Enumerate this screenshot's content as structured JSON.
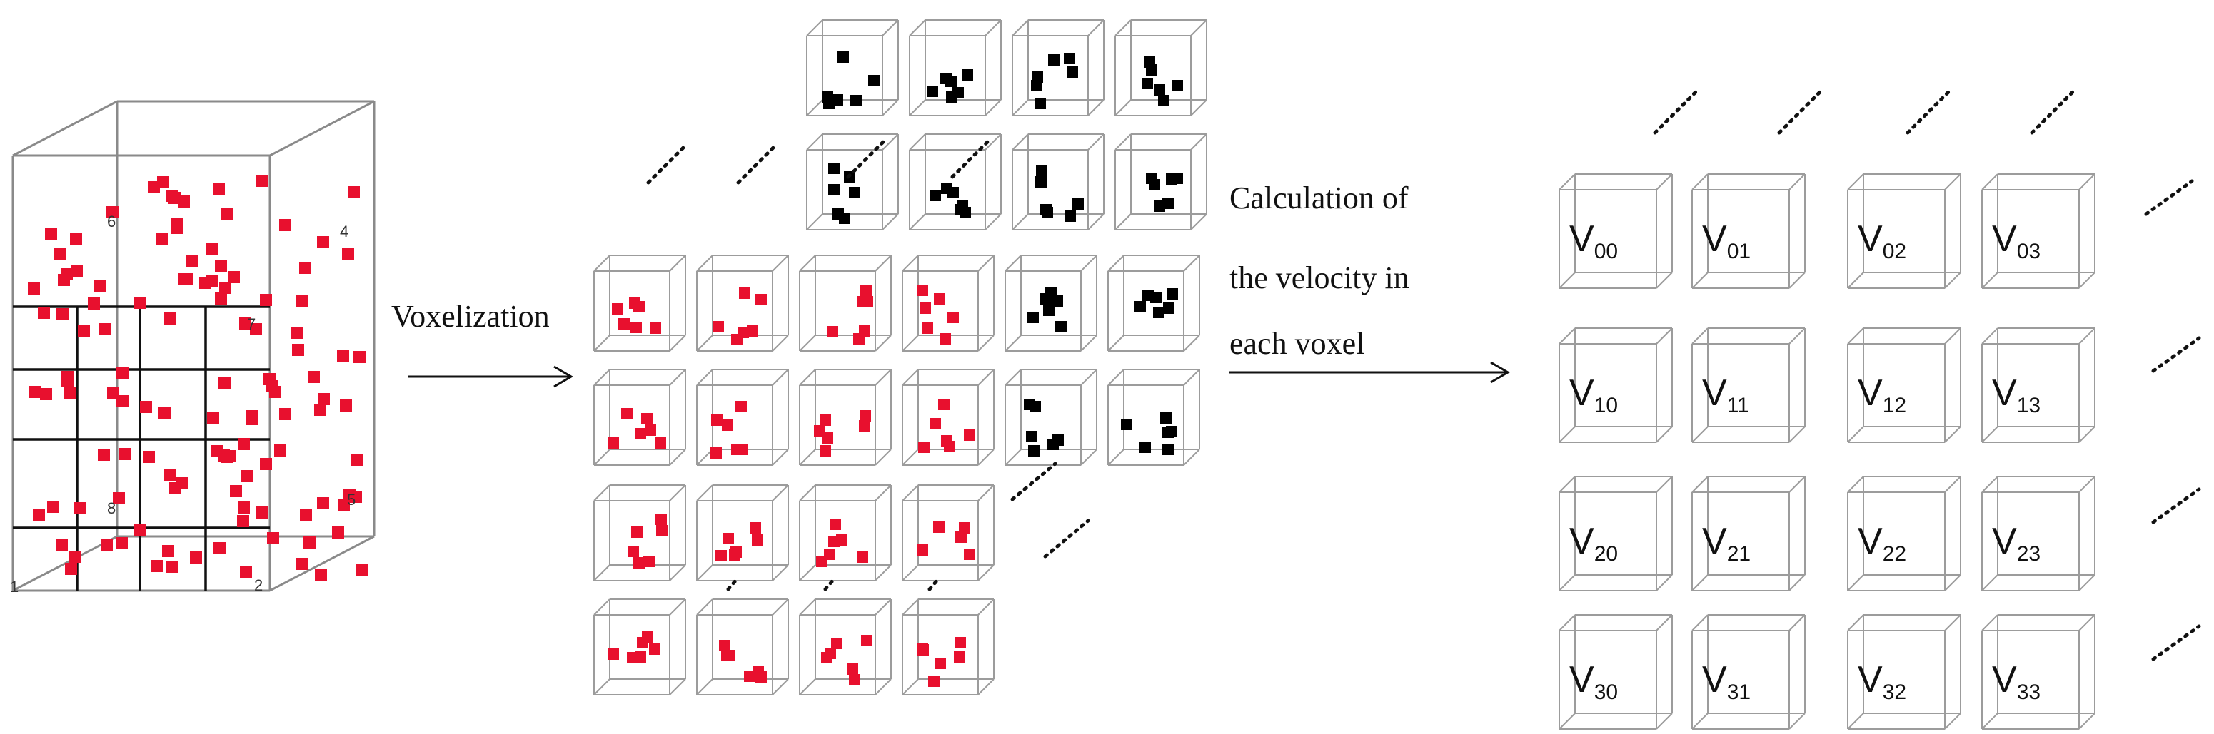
{
  "captions": {
    "voxelization": "Voxelization",
    "velocity_line1": "Calculation of",
    "velocity_line2": "the velocity in",
    "velocity_line3": "each voxel"
  },
  "corner_labels": [
    "6",
    "4",
    "7",
    "8",
    "5",
    "2",
    "1"
  ],
  "velocity_grid": {
    "rows": [
      [
        "00",
        "01",
        "02",
        "03"
      ],
      [
        "10",
        "11",
        "12",
        "13"
      ],
      [
        "20",
        "21",
        "22",
        "23"
      ],
      [
        "30",
        "31",
        "32",
        "33"
      ]
    ],
    "prefix": "V"
  },
  "voxel_grid": {
    "rows": [
      [
        "black",
        "black",
        "black",
        "black"
      ],
      [
        "black",
        "black",
        "black",
        "black"
      ],
      [
        "red",
        "red",
        "red",
        "red",
        "black",
        "black"
      ],
      [
        "red",
        "red",
        "red",
        "red",
        "black",
        "black"
      ],
      [
        "red",
        "red",
        "red",
        "red"
      ],
      [
        "red",
        "red",
        "red",
        "red"
      ]
    ]
  },
  "colors": {
    "particle": "#e8102e",
    "particle_dark": "#000000",
    "edge": "#9c9c9c"
  }
}
